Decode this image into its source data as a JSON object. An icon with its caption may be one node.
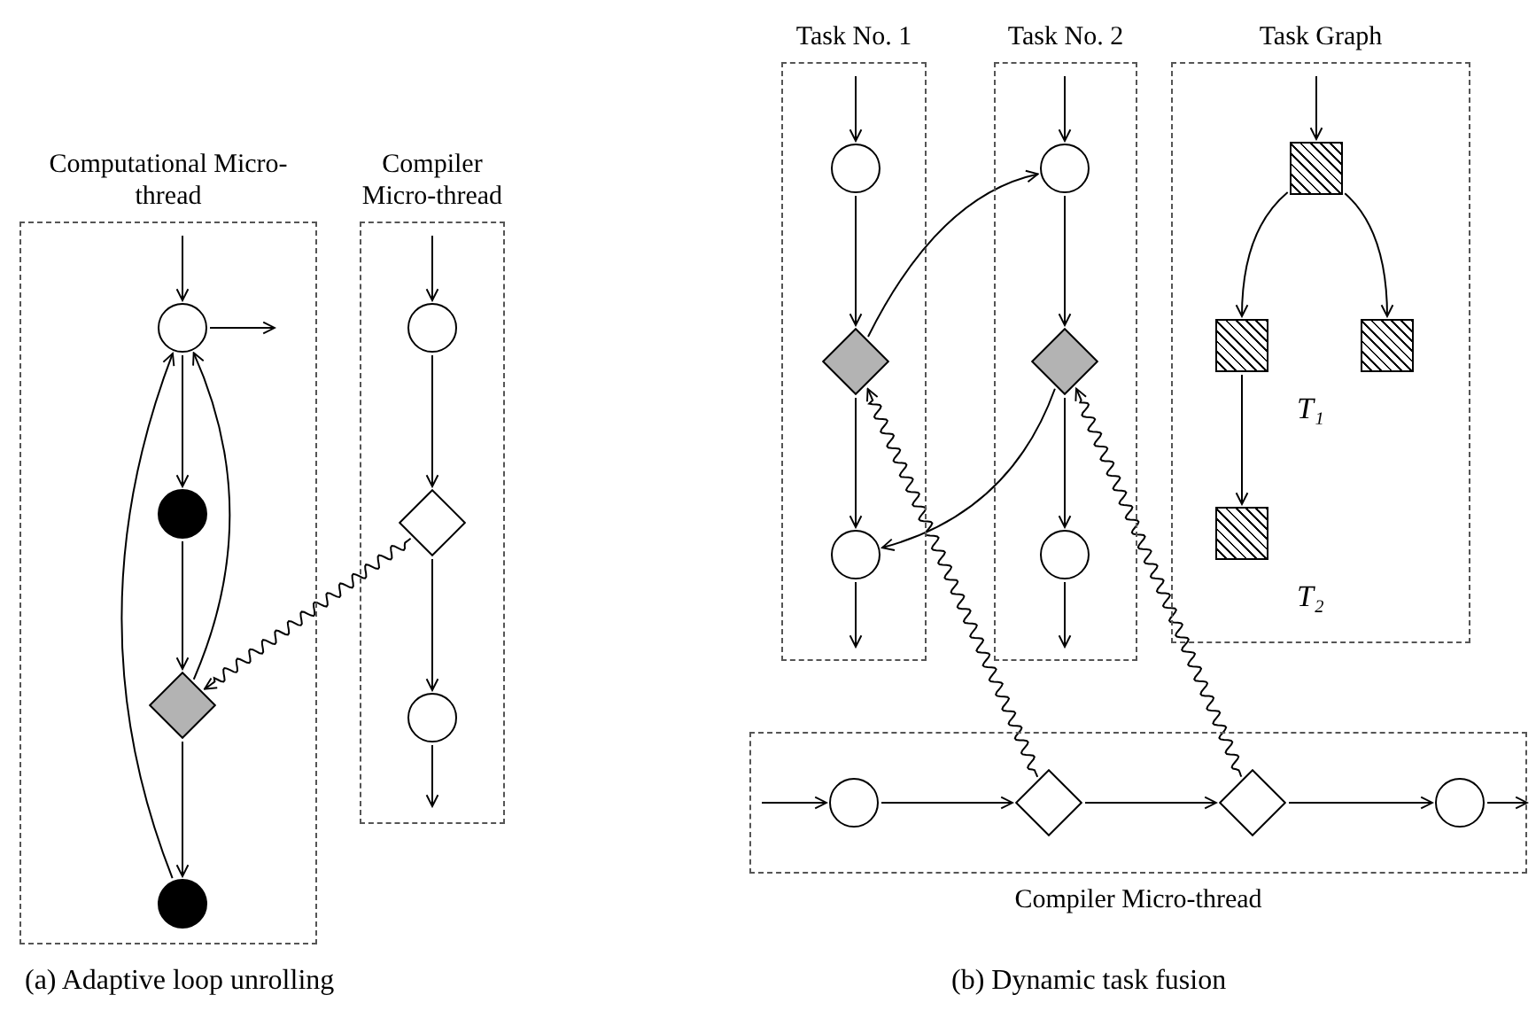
{
  "diagram": {
    "nodes": [
      {
        "text": [
          "Computational Micro-thread"
        ]
      },
      {
        "text": [],
        "shape": "circle",
        "in": 0
      },
      {
        "text": [],
        "shape": "circle",
        "in": 0
      },
      {
        "text": [],
        "shape": "diamond",
        "in": 0
      },
      {
        "text": [],
        "shape": "circle",
        "in": 0
      },
      {
        "text": [
          "Compiler Micro-thread"
        ]
      },
      {
        "text": [],
        "shape": "circle",
        "in": 5
      },
      {
        "text": [],
        "shape": "diamond",
        "in": 5
      },
      {
        "text": [],
        "shape": "circle",
        "in": 5
      },
      {
        "text": [
          "Task No. 1"
        ]
      },
      {
        "text": [],
        "shape": "circle",
        "in": 9
      },
      {
        "text": [],
        "shape": "diamond",
        "in": 9
      },
      {
        "text": [],
        "shape": "circle",
        "in": 9
      },
      {
        "text": [
          "Task No. 2"
        ]
      },
      {
        "text": [],
        "shape": "circle",
        "in": 13
      },
      {
        "text": [],
        "shape": "diamond",
        "in": 13
      },
      {
        "text": [],
        "shape": "circle",
        "in": 13
      },
      {
        "text": [
          "Task Graph"
        ]
      },
      {
        "text": [],
        "shape": "box",
        "in": 17
      },
      {
        "text": [],
        "shape": "box",
        "in": 17,
        "beside": [
          "T₁"
        ]
      },
      {
        "text": [],
        "shape": "box",
        "in": 17
      },
      {
        "text": [],
        "shape": "box",
        "in": 17,
        "beside": [
          "T₂"
        ]
      },
      {
        "text": [
          "Compiler Micro-thread"
        ]
      },
      {
        "text": [],
        "shape": "circle",
        "in": 22
      },
      {
        "text": [],
        "shape": "diamond",
        "in": 22
      },
      {
        "text": [],
        "shape": "diamond",
        "in": 22
      },
      {
        "text": [],
        "shape": "circle",
        "in": 22
      }
    ],
    "edges": [
      {
        "from": null,
        "to": 1,
        "arrow": "to"
      },
      {
        "from": 1,
        "to": null,
        "arrow": "to"
      },
      {
        "from": 1,
        "to": 2,
        "arrow": "to"
      },
      {
        "from": 2,
        "to": 3,
        "arrow": "to"
      },
      {
        "from": 3,
        "to": 1,
        "arrow": "to"
      },
      {
        "from": 3,
        "to": 4,
        "arrow": "to"
      },
      {
        "from": 4,
        "to": 1,
        "arrow": "to"
      },
      {
        "from": null,
        "to": 6,
        "arrow": "to"
      },
      {
        "from": 6,
        "to": 7,
        "arrow": "to"
      },
      {
        "from": 7,
        "to": 8,
        "arrow": "to"
      },
      {
        "from": 8,
        "to": null,
        "arrow": "to"
      },
      {
        "from": 7,
        "to": 3,
        "arrow": "to"
      },
      {
        "from": null,
        "to": 10,
        "arrow": "to"
      },
      {
        "from": 10,
        "to": 11,
        "arrow": "to"
      },
      {
        "from": 11,
        "to": 12,
        "arrow": "to"
      },
      {
        "from": 12,
        "to": null,
        "arrow": "to"
      },
      {
        "from": 11,
        "to": 14,
        "arrow": "to"
      },
      {
        "from": null,
        "to": 14,
        "arrow": "to"
      },
      {
        "from": 14,
        "to": 15,
        "arrow": "to"
      },
      {
        "from": 15,
        "to": 16,
        "arrow": "to"
      },
      {
        "from": 16,
        "to": null,
        "arrow": "to"
      },
      {
        "from": 15,
        "to": 12,
        "arrow": "to"
      },
      {
        "from": null,
        "to": 18,
        "arrow": "to"
      },
      {
        "from": 18,
        "to": 19,
        "arrow": "to"
      },
      {
        "from": 18,
        "to": 20,
        "arrow": "to"
      },
      {
        "from": 19,
        "to": 21,
        "arrow": "to"
      },
      {
        "from": null,
        "to": 23,
        "arrow": "to"
      },
      {
        "from": 23,
        "to": 24,
        "arrow": "to"
      },
      {
        "from": 24,
        "to": 25,
        "arrow": "to"
      },
      {
        "from": 25,
        "to": 26,
        "arrow": "to"
      },
      {
        "from": 26,
        "to": null,
        "arrow": "to"
      },
      {
        "from": 24,
        "to": 11,
        "arrow": "to"
      },
      {
        "from": 25,
        "to": 15,
        "arrow": "to"
      }
    ],
    "labels": [
      "(a) Adaptive loop unrolling",
      "(b) Dynamic task fusion"
    ]
  }
}
